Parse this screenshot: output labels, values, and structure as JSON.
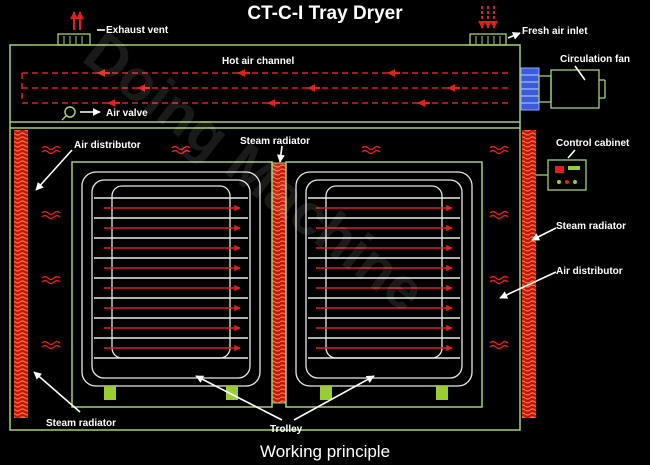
{
  "title": "CT-C-I Tray Dryer",
  "footer": "Working principle",
  "watermark": "Doing Machine",
  "labels": {
    "exhaust_vent": "Exhaust vent",
    "fresh_air_inlet": "Fresh air inlet",
    "hot_air_channel": "Hot air channel",
    "circulation_fan": "Circulation fan",
    "air_valve": "Air valve",
    "air_distributor_left": "Air distributor",
    "steam_radiator_center": "Steam radiator",
    "control_cabinet": "Control cabinet",
    "steam_radiator_right": "Steam radiator",
    "air_distributor_right": "Air distributor",
    "steam_radiator_bottom": "Steam radiator",
    "trolley": "Trolley"
  },
  "colors": {
    "background": "#000000",
    "frame": "#a6cf6f",
    "hot_air": "#e0201c",
    "fan": "#3b5bdb",
    "text": "#ffffff",
    "wheels": "#9acd32"
  }
}
